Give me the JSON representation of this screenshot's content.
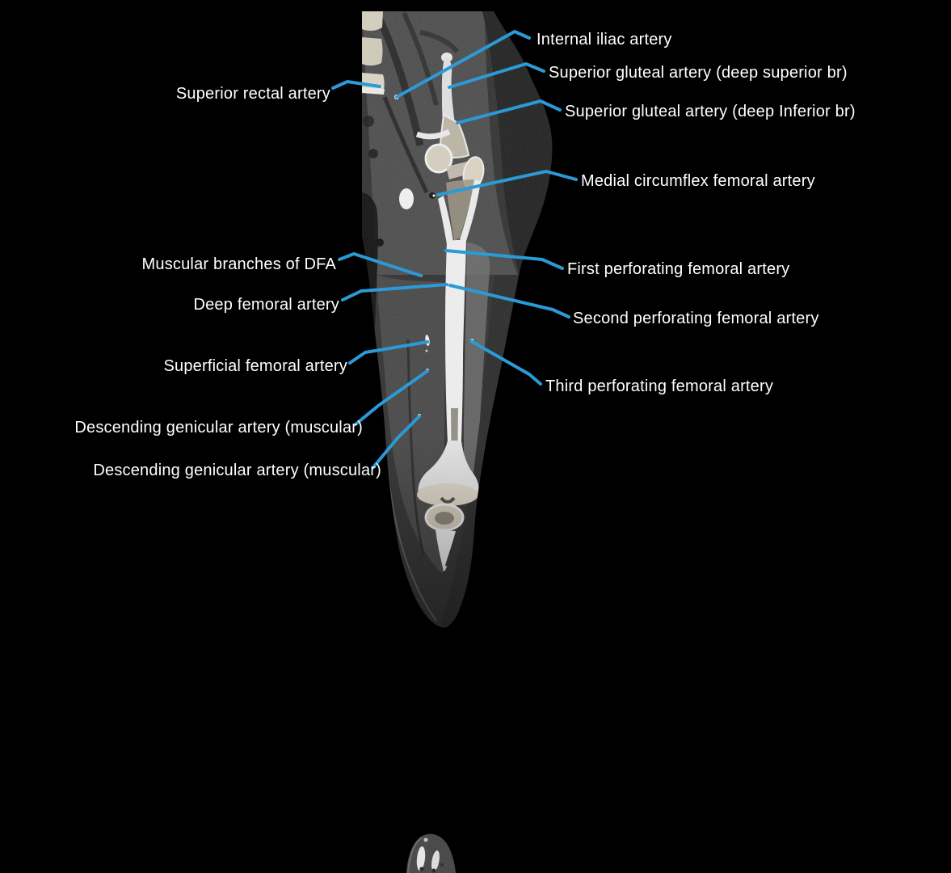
{
  "figure": {
    "background_color": "#000000",
    "label_text_color": "#ffffff",
    "leader_line_color": "#2b9ad6"
  },
  "annotations": [
    {
      "id": "internal-iliac-artery",
      "side": "right",
      "text": "Internal iliac artery"
    },
    {
      "id": "superior-gluteal-superior-br",
      "side": "right",
      "text": "Superior gluteal artery (deep superior br)"
    },
    {
      "id": "superior-rectal-artery",
      "side": "left",
      "text": "Superior rectal artery"
    },
    {
      "id": "superior-gluteal-inferior-br",
      "side": "right",
      "text": "Superior gluteal artery (deep Inferior br)"
    },
    {
      "id": "medial-circumflex-femoral",
      "side": "right",
      "text": "Medial circumflex femoral artery"
    },
    {
      "id": "muscular-branches-dfa",
      "side": "left",
      "text": "Muscular branches of DFA"
    },
    {
      "id": "first-perforating-femoral",
      "side": "right",
      "text": "First perforating femoral artery"
    },
    {
      "id": "deep-femoral-artery",
      "side": "left",
      "text": "Deep femoral artery"
    },
    {
      "id": "second-perforating-femoral",
      "side": "right",
      "text": "Second perforating femoral artery"
    },
    {
      "id": "superficial-femoral-artery",
      "side": "left",
      "text": "Superficial femoral artery"
    },
    {
      "id": "third-perforating-femoral",
      "side": "right",
      "text": "Third perforating femoral artery"
    },
    {
      "id": "descending-genicular-muscular-1",
      "side": "left",
      "text": "Descending genicular artery (muscular)"
    },
    {
      "id": "descending-genicular-muscular-2",
      "side": "left",
      "text": "Descending genicular artery (muscular)"
    }
  ]
}
